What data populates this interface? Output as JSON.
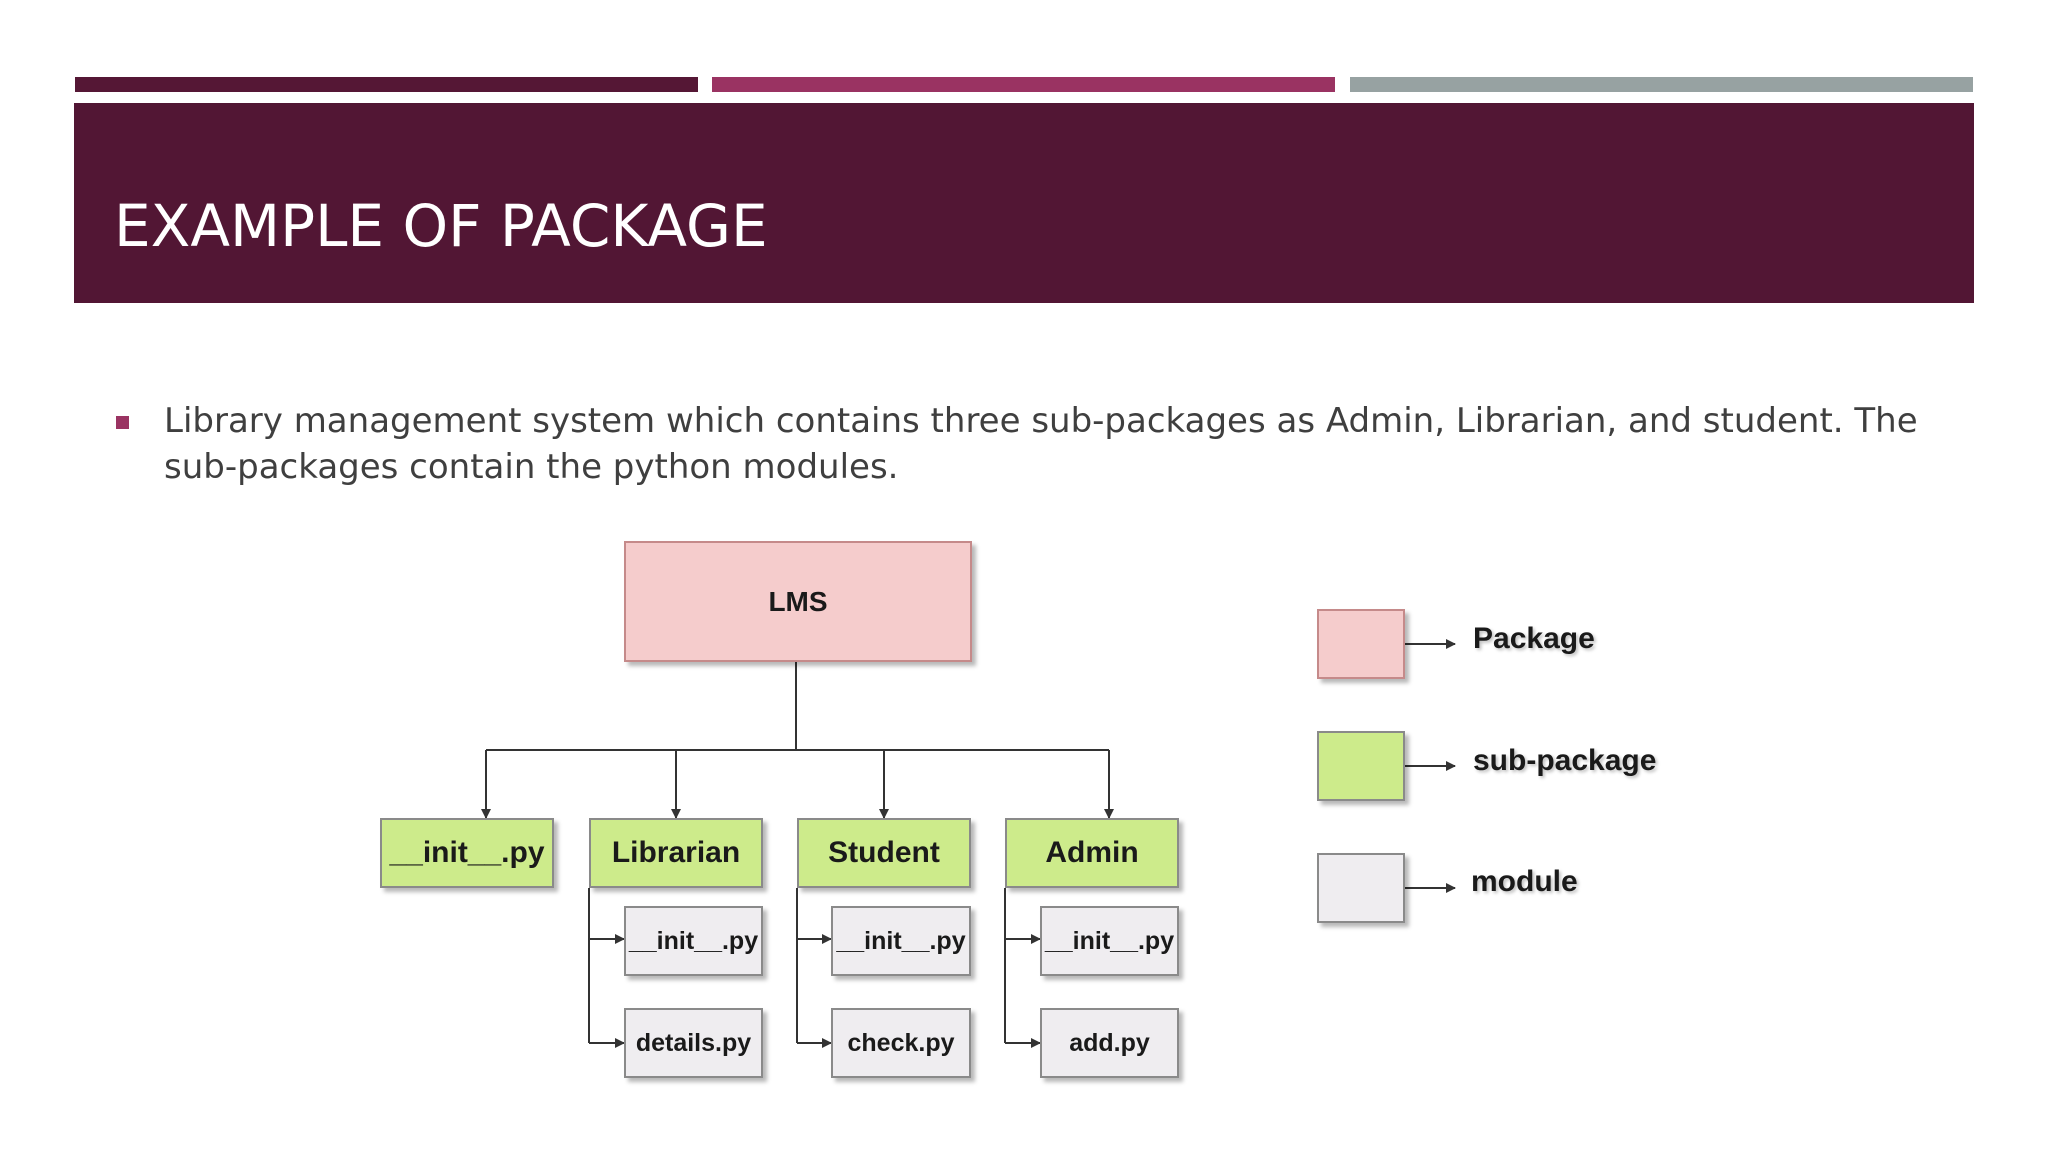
{
  "colors": {
    "bar_left": "#551735",
    "bar_middle": "#9a3362",
    "bar_right": "#97a2a2",
    "header_band": "#521634",
    "bullet": "#9a3362",
    "package_fill": "#f5cccc",
    "subpackage_fill": "#cdeb8b",
    "module_fill": "#efedf0",
    "connector": "#333333"
  },
  "slide": {
    "title": "EXAMPLE OF PACKAGE",
    "bullet": "Library management system which contains three sub-packages as Admin, Librarian, and student. The sub-packages contain the python modules."
  },
  "diagram": {
    "root": {
      "label": "LMS",
      "kind": "package"
    },
    "children": [
      {
        "label": "__init__.py",
        "kind": "sub-package",
        "modules": []
      },
      {
        "label": "Librarian",
        "kind": "sub-package",
        "modules": [
          "__init__.py",
          "details.py"
        ]
      },
      {
        "label": "Student",
        "kind": "sub-package",
        "modules": [
          "__init__.py",
          "check.py"
        ]
      },
      {
        "label": "Admin",
        "kind": "sub-package",
        "modules": [
          "__init__.py",
          "add.py"
        ]
      }
    ],
    "legend": [
      {
        "kind": "package",
        "label": "Package"
      },
      {
        "kind": "sub-package",
        "label": "sub-package"
      },
      {
        "kind": "module",
        "label": "module"
      }
    ]
  }
}
